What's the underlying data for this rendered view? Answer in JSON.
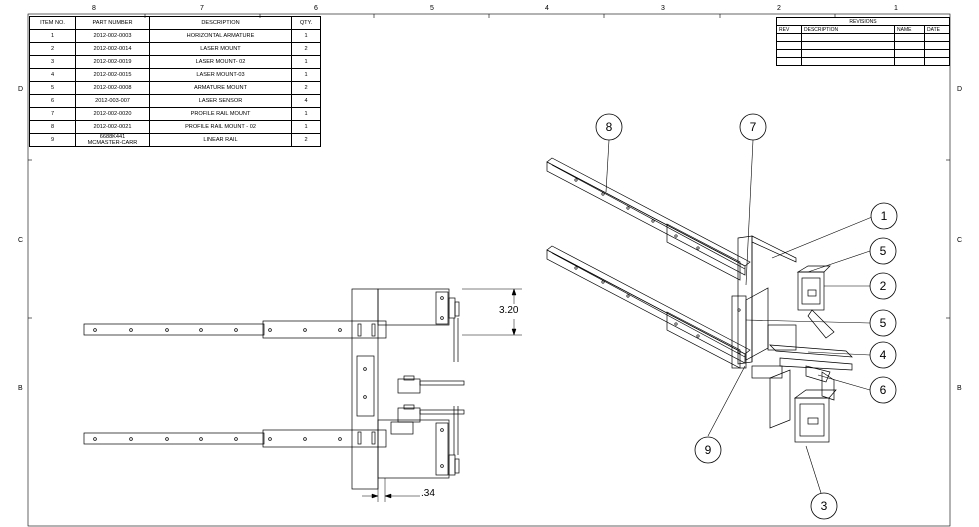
{
  "zones": {
    "top": [
      "8",
      "7",
      "6",
      "5",
      "4",
      "3",
      "2",
      "1"
    ],
    "side": [
      "D",
      "C",
      "B"
    ]
  },
  "bom": {
    "headers": [
      "ITEM NO.",
      "PART NUMBER",
      "DESCRIPTION",
      "QTY."
    ],
    "rows": [
      {
        "item": "1",
        "part": "2012-002-0003",
        "desc": "HORIZONTAL ARMATURE",
        "qty": "1"
      },
      {
        "item": "2",
        "part": "2012-002-0014",
        "desc": "LASER MOUNT",
        "qty": "2"
      },
      {
        "item": "3",
        "part": "2012-002-0019",
        "desc": "LASER MOUNT- 02",
        "qty": "1"
      },
      {
        "item": "4",
        "part": "2012-002-0015",
        "desc": "LASER MOUNT-03",
        "qty": "1"
      },
      {
        "item": "5",
        "part": "2012-002-0008",
        "desc": "ARMATURE MOUNT",
        "qty": "2"
      },
      {
        "item": "6",
        "part": "2012-003-007",
        "desc": "LASER SENSOR",
        "qty": "4"
      },
      {
        "item": "7",
        "part": "2012-002-0020",
        "desc": "PROFILE RAIL MOUNT",
        "qty": "1"
      },
      {
        "item": "8",
        "part": "2012-002-0021",
        "desc": "PROFILE RAIL MOUNT - 02",
        "qty": "1"
      },
      {
        "item": "9",
        "part_line1": "6688K441",
        "part_line2": "MCMASTER-CARR",
        "desc": "LINEAR RAIL",
        "qty": "2"
      }
    ]
  },
  "revisions": {
    "title": "REVISIONS",
    "headers": [
      "REV",
      "DESCRIPTION",
      "NAME",
      "DATE"
    ]
  },
  "dimensions": {
    "height": "3.20",
    "offset": ".34"
  },
  "balloons": [
    "1",
    "2",
    "3",
    "4",
    "5",
    "5",
    "6",
    "7",
    "8",
    "9"
  ]
}
